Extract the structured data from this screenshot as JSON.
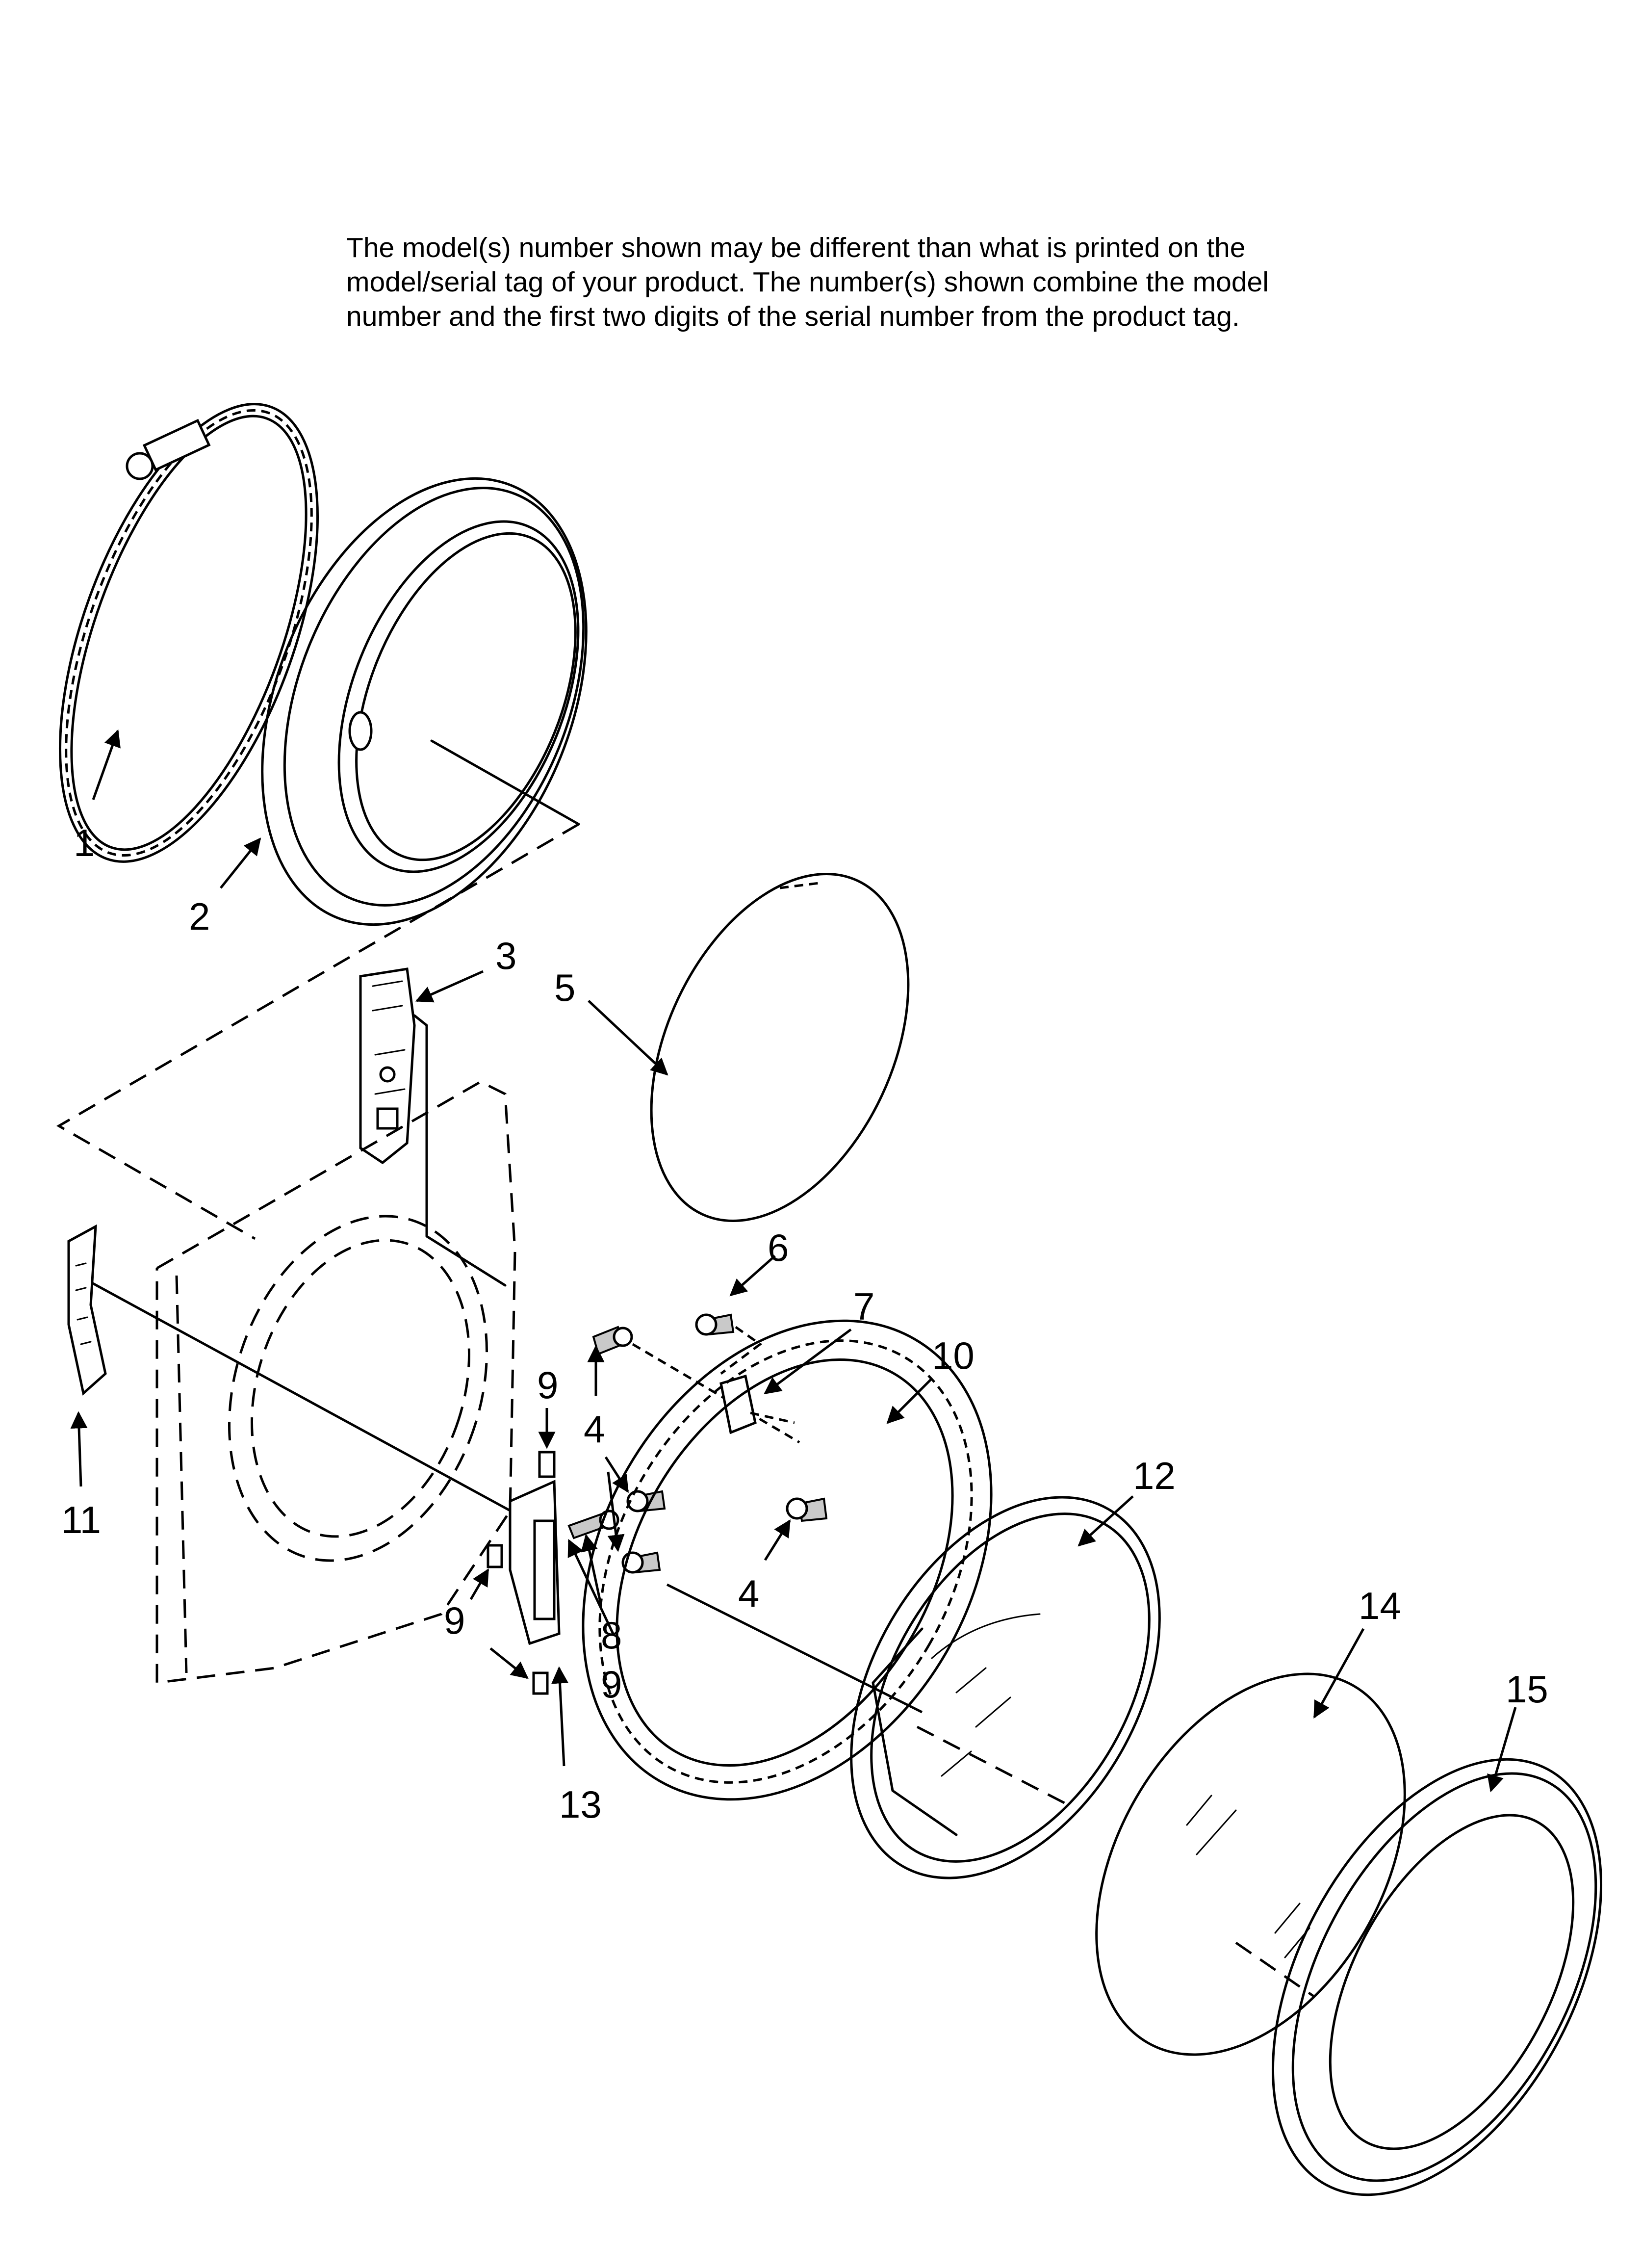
{
  "note": {
    "lines": [
      "The model(s) number shown may be different than what is printed on the",
      "model/serial tag of your product. The number(s) shown combine the model",
      "number and the first two digits of the serial number from the product tag."
    ]
  },
  "callouts": {
    "c1": "1",
    "c2": "2",
    "c3": "3",
    "c4a": "4",
    "c4b": "4",
    "c5": "5",
    "c6": "6",
    "c7": "7",
    "c8": "8",
    "c9a": "9",
    "c9b": "9",
    "c9c": "9",
    "c10": "10",
    "c11": "11",
    "c12": "12",
    "c13": "13",
    "c14": "14",
    "c15": "15"
  },
  "colors": {
    "ink": "#000000",
    "paper": "#ffffff",
    "shade": "#c9c9c9"
  }
}
